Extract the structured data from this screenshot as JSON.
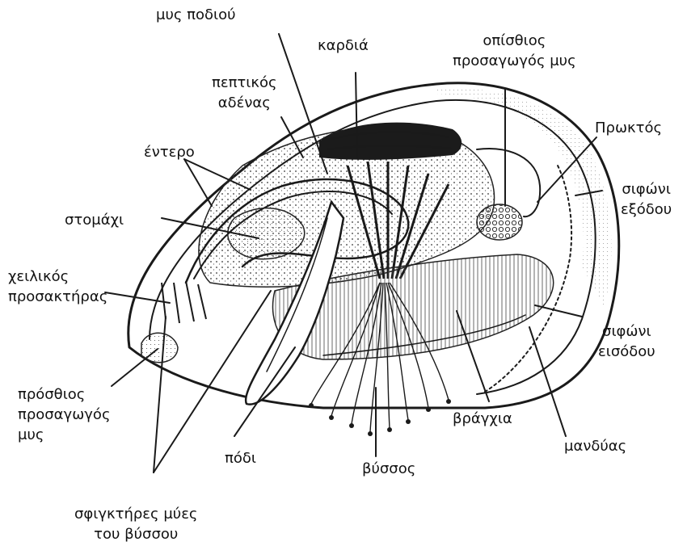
{
  "labels": {
    "foot_muscle": "μυς ποδιού",
    "heart": "καρδιά",
    "posterior_adductor": [
      "οπίσθιος",
      "προσαγωγός μυς"
    ],
    "digestive_gland": [
      "πεπτικός",
      "αδένας"
    ],
    "anus": "Πρωκτός",
    "intestine": "έντερο",
    "exhalant_siphon": [
      "σιφώνι",
      "εξόδου"
    ],
    "stomach": "στομάχι",
    "labial_palp": [
      "χειλικός",
      "προσακτήρας"
    ],
    "inhalant_siphon": [
      "σιφώνι",
      "εισόδου"
    ],
    "anterior_adductor": [
      "πρόσθιος",
      "προσαγωγός",
      "μυς"
    ],
    "gill": "βράγχια",
    "mantle": "μανδύας",
    "foot": "πόδι",
    "byssus": "βύσσος",
    "byssus_retractors": [
      "σφιγκτήρες μύες",
      "του βύσσου"
    ]
  }
}
